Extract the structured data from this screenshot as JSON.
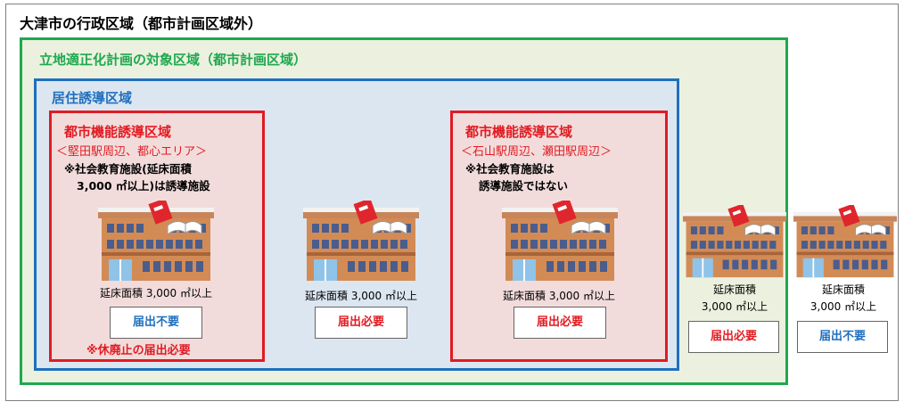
{
  "city_area": {
    "title": "大津市の行政区域（都市計画区域外）"
  },
  "plan_area": {
    "title": "立地適正化計画の対象区域（都市計画区域）"
  },
  "residential_area": {
    "title": "居住誘導区域"
  },
  "urban_zones": [
    {
      "name": "都市機能誘導区域",
      "subtitle": "＜堅田駅周辺、都心エリア＞",
      "note_line1": "※社会教育施設(延床面積",
      "note_line2": "3,000 ㎡以上)は誘導施設",
      "floor_line": "延床面積 3,000 ㎡以上",
      "badge": "届出不要",
      "footnote": "※休廃止の届出必要"
    },
    {
      "name": "都市機能誘導区域",
      "subtitle": "＜石山駅周辺、瀬田駅周辺＞",
      "note_line1": "※社会教育施設は",
      "note_line2": "誘導施設ではない",
      "floor_line": "延床面積 3,000 ㎡以上",
      "badge": "届出必要"
    }
  ],
  "residential_only": {
    "floor_line": "延床面積 3,000 ㎡以上",
    "badge": "届出必要"
  },
  "plan_only": {
    "floor_line1": "延床面積",
    "floor_line2": "3,000 ㎡以上",
    "badge": "届出必要"
  },
  "outside": {
    "floor_line1": "延床面積",
    "floor_line2": "3,000 ㎡以上",
    "badge": "届出不要"
  },
  "colors": {
    "green": "#1fa84f",
    "blue": "#1f6fbf",
    "red": "#e11b22",
    "plan_fill": "#ebf1de",
    "res_fill": "#dce6f1",
    "urban_fill": "#f2dcdb"
  },
  "icons": {
    "building": "library-building-icon"
  }
}
